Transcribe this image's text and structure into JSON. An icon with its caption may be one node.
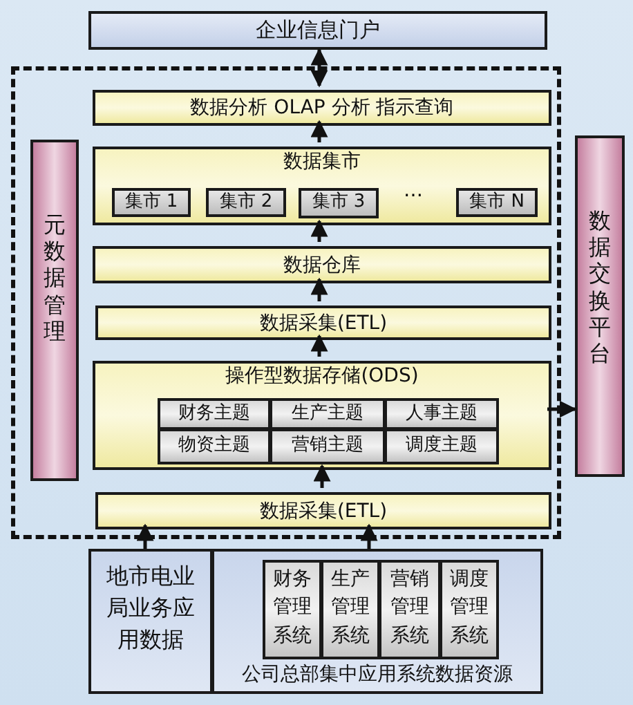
{
  "diagram": {
    "nodes": [
      {
        "text": [
          "企业信息门户"
        ]
      },
      {
        "text": [],
        "shape": "box"
      },
      {
        "text": [
          "数据分析 OLAP 分析 指示查询"
        ],
        "in": 1
      },
      {
        "text": [
          "数据集市"
        ],
        "in": 1
      },
      {
        "text": [
          "集市 1"
        ],
        "in": 3
      },
      {
        "text": [
          "集市 2"
        ],
        "in": 3
      },
      {
        "text": [
          "集市 3"
        ],
        "in": 3
      },
      {
        "text": [
          "集市 N"
        ],
        "in": 3
      },
      {
        "text": [
          "数据仓库"
        ],
        "in": 1
      },
      {
        "text": [
          "数据采集(ETL)"
        ],
        "in": 1
      },
      {
        "text": [
          "操作型数据存储(ODS)"
        ],
        "in": 1
      },
      {
        "text": [
          "财务主题"
        ],
        "in": 10
      },
      {
        "text": [
          "生产主题"
        ],
        "in": 10
      },
      {
        "text": [
          "人事主题"
        ],
        "in": 10
      },
      {
        "text": [
          "物资主题"
        ],
        "in": 10
      },
      {
        "text": [
          "营销主题"
        ],
        "in": 10
      },
      {
        "text": [
          "调度主题"
        ],
        "in": 10
      },
      {
        "text": [
          "数据采集(ETL)"
        ],
        "in": 1
      },
      {
        "text": [
          "元数据管理"
        ],
        "in": 1
      },
      {
        "text": [
          "数据交换平台"
        ]
      },
      {
        "text": [
          "地市电业局业务应用数据"
        ]
      },
      {
        "text": [
          "公司总部集中应用系统数据资源"
        ]
      },
      {
        "text": [
          "财务管理系统"
        ],
        "in": 21
      },
      {
        "text": [
          "生产管理系统"
        ],
        "in": 21
      },
      {
        "text": [
          "营销管理系统"
        ],
        "in": 21
      },
      {
        "text": [
          "调度管理系统"
        ],
        "in": 21
      }
    ],
    "edges": [
      {
        "from": 0,
        "to": 2,
        "arrow": "both"
      },
      {
        "from": 3,
        "to": 2,
        "arrow": "to"
      },
      {
        "from": 8,
        "to": 3,
        "arrow": "to"
      },
      {
        "from": 9,
        "to": 8,
        "arrow": "to"
      },
      {
        "from": 10,
        "to": 9,
        "arrow": "to"
      },
      {
        "from": 17,
        "to": 10,
        "arrow": "to"
      },
      {
        "from": 20,
        "to": 17,
        "arrow": "to"
      },
      {
        "from": 21,
        "to": 17,
        "arrow": "to"
      },
      {
        "from": 10,
        "to": 19,
        "arrow": "to"
      }
    ],
    "labels": [
      "…"
    ]
  }
}
